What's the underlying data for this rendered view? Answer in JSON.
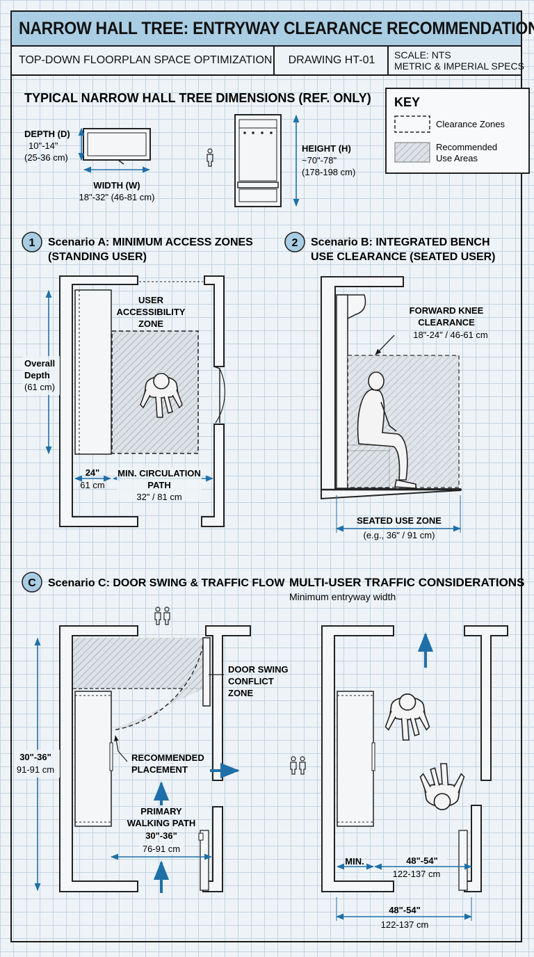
{
  "header": {
    "title": "NARROW HALL TREE: ENTRYWAY CLEARANCE RECOMMENDATIONS",
    "subtitle": "TOP-DOWN FLOORPLAN SPACE OPTIMIZATION",
    "drawing": "DRAWING HT-01",
    "scale_line1": "SCALE: NTS",
    "scale_line2": "METRIC & IMPERIAL SPECS"
  },
  "dimensions": {
    "heading": "TYPICAL NARROW HALL TREE DIMENSIONS (REF. ONLY)",
    "depth_label": "DEPTH (D)",
    "depth_imperial": "10\"-14\"",
    "depth_metric": "(25-36 cm)",
    "width_label": "WIDTH (W)",
    "width_value": "18\"-32\" (46-81 cm)",
    "height_label": "HEIGHT (H)",
    "height_imperial": "~70\"-78\"",
    "height_metric": "(178-198 cm)"
  },
  "key": {
    "title": "KEY",
    "clearance": "Clearance Zones",
    "recommended_line1": "Recommended",
    "recommended_line2": "Use Areas"
  },
  "scenario_a": {
    "badge": "1",
    "title_line1": "Scenario A: MINIMUM ACCESS ZONES",
    "title_line2": "(STANDING USER)",
    "zone_line1": "USER",
    "zone_line2": "ACCESSIBILITY",
    "zone_line3": "ZONE",
    "depth_line1": "Overall",
    "depth_line2": "Depth",
    "depth_line3": "(61 cm)",
    "unit_imperial": "24\"",
    "unit_metric": "61 cm",
    "path_line1": "MIN. CIRCULATION",
    "path_line2": "PATH",
    "path_value": "32\" / 81 cm"
  },
  "scenario_b": {
    "badge": "2",
    "title_line1": "Scenario B: INTEGRATED BENCH",
    "title_line2": "USE CLEARANCE (SEATED USER)",
    "knee_line1": "FORWARD KNEE",
    "knee_line2": "CLEARANCE",
    "knee_value": "18\"-24\" / 46-61 cm",
    "zone_label": "SEATED USE ZONE",
    "zone_value": "(e.g., 36\" / 91 cm)"
  },
  "scenario_c": {
    "badge": "C",
    "title": "Scenario C: DOOR SWING & TRAFFIC FLOW",
    "conflict_line1": "DOOR SWING",
    "conflict_line2": "CONFLICT",
    "conflict_line3": "ZONE",
    "width_imperial": "30\"-36\"",
    "width_metric": "91-91 cm",
    "placement_line1": "RECOMMENDED",
    "placement_line2": "PLACEMENT",
    "path_line1": "PRIMARY",
    "path_line2": "WALKING PATH",
    "path_imperial": "30\"-36\"",
    "path_metric": "76-91 cm"
  },
  "multi_user": {
    "title": "MULTI-USER TRAFFIC CONSIDERATIONS",
    "subtitle": "Minimum entryway width",
    "min_label": "MIN.",
    "width_imperial": "48\"-54\"",
    "width_metric": "122-137 cm",
    "total_imperial": "48\"-54\"",
    "total_metric": "122-137 cm"
  },
  "colors": {
    "accent": "#1f6fa8",
    "header_fill": "#a9cde3",
    "grid": "#c3d3e1",
    "background": "#eef3f7"
  }
}
